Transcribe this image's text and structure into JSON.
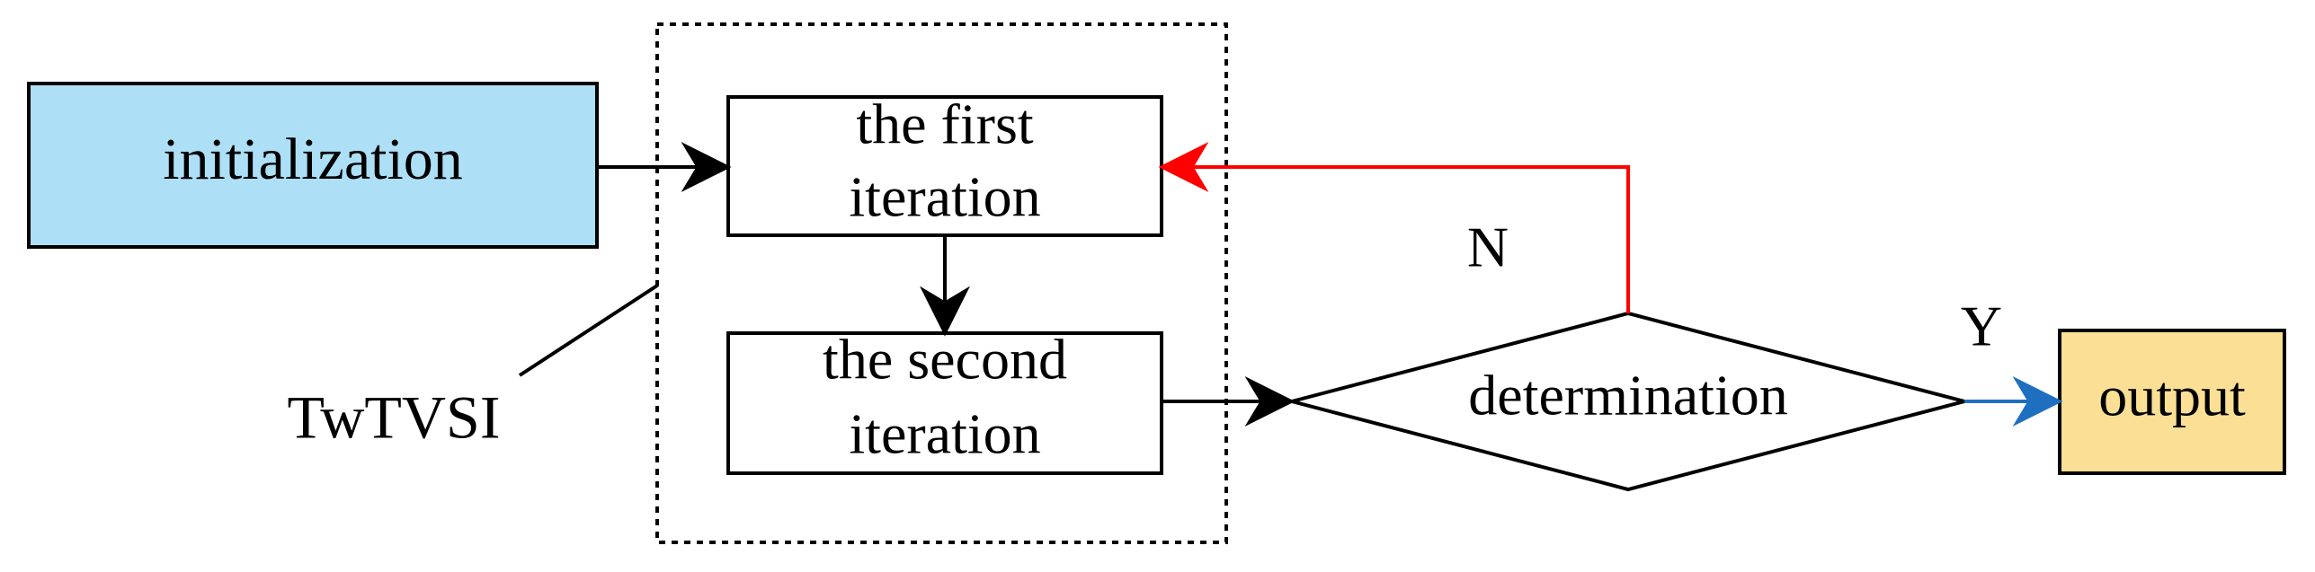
{
  "nodes": {
    "initialization": "initialization",
    "first_iteration_line1": "the first",
    "first_iteration_line2": "iteration",
    "second_iteration_line1": "the second",
    "second_iteration_line2": "iteration",
    "determination": "determination",
    "output": "output"
  },
  "group_label": "TwTVSI",
  "branch_labels": {
    "no": "N",
    "yes": "Y"
  },
  "colors": {
    "initialization_fill": "#ADDFF7",
    "output_fill": "#FBDF95",
    "feedback_arrow": "#FF0000",
    "output_arrow": "#1F6FC0",
    "default_stroke": "#000000"
  }
}
